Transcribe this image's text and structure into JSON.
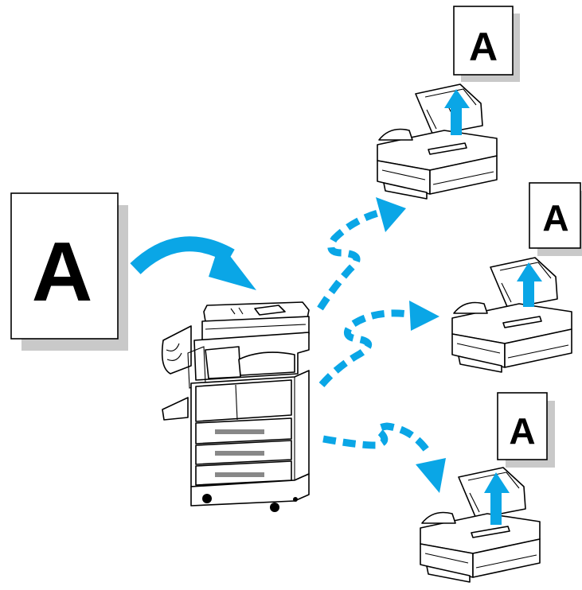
{
  "colors": {
    "accent": "#0aa6e6",
    "shadow": "#c9c9c9",
    "ink": "#000000"
  },
  "source_document": {
    "letter": "A"
  },
  "faxes": [
    {
      "letter": "A"
    },
    {
      "letter": "A"
    },
    {
      "letter": "A"
    }
  ]
}
